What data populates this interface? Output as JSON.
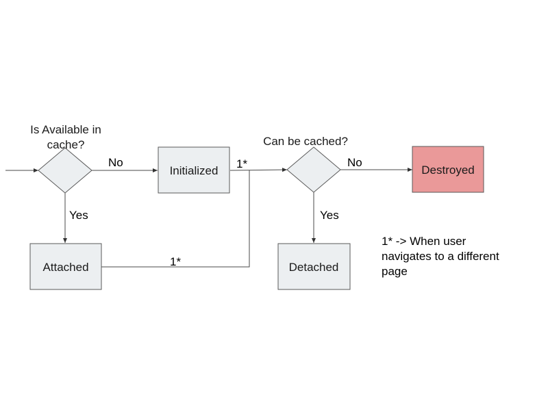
{
  "diagram": {
    "decisions": {
      "available_line1": "Is Available in",
      "available_line2": "cache?",
      "cacheable": "Can be cached?"
    },
    "states": {
      "initialized": "Initialized",
      "destroyed": "Destroyed",
      "attached": "Attached",
      "detached": "Detached"
    },
    "edges": {
      "no": "No",
      "yes": "Yes",
      "marker": "1*"
    },
    "note": {
      "line1": "1*  -> When user",
      "line2": "navigates to a different",
      "line3": "page"
    },
    "colors": {
      "node_fill": "#eceff1",
      "destroyed_fill": "#ea9999",
      "stroke": "#595959"
    }
  }
}
